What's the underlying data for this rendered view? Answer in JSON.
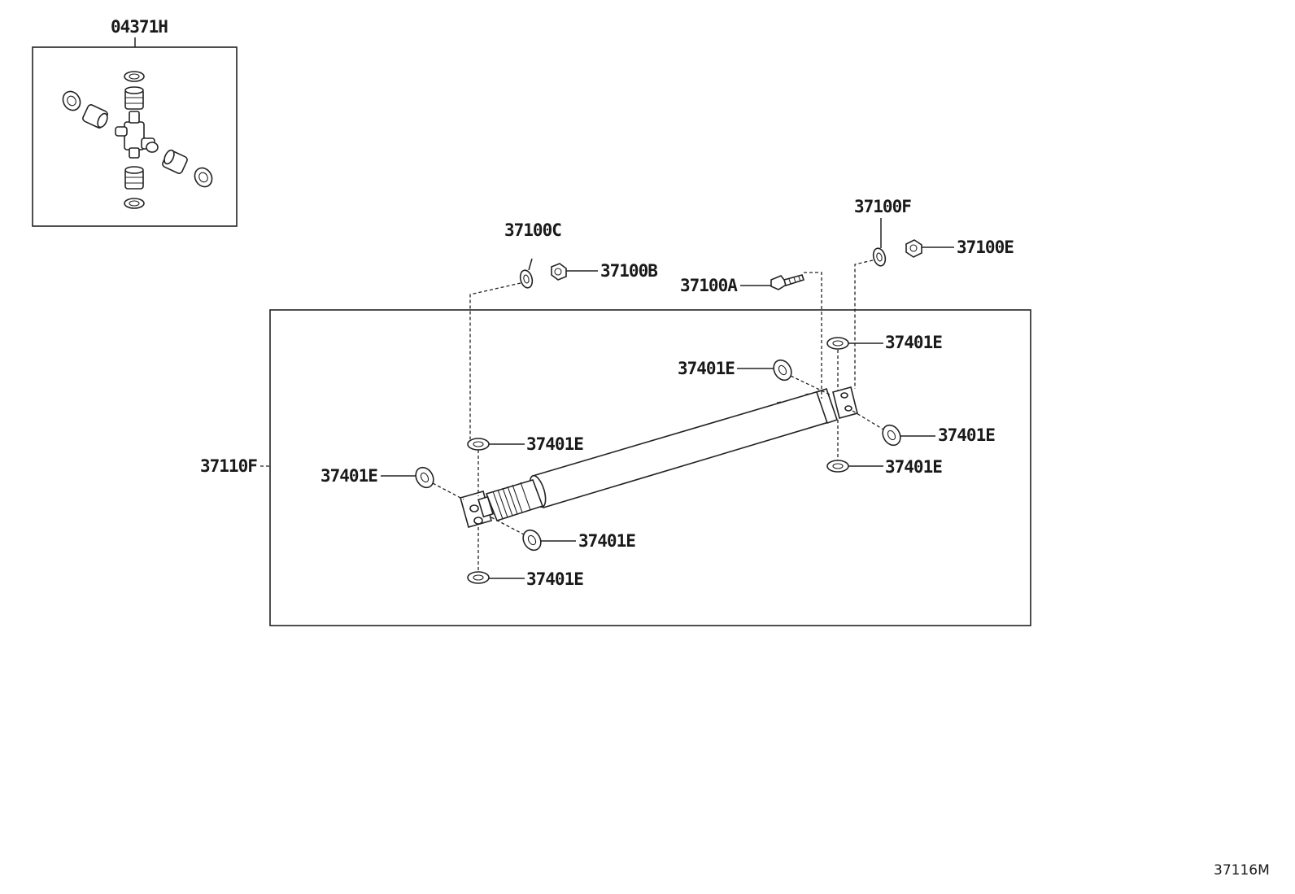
{
  "diagram_id": "37116M",
  "kit_box": {
    "label": "04371H"
  },
  "assembly_box": {
    "label": "37110F"
  },
  "callouts": [
    {
      "id": "c-37100c",
      "label": "37100C"
    },
    {
      "id": "c-37100b",
      "label": "37100B"
    },
    {
      "id": "c-37100a",
      "label": "37100A"
    },
    {
      "id": "c-37100f",
      "label": "37100F"
    },
    {
      "id": "c-37100e",
      "label": "37100E"
    },
    {
      "id": "c-37401e-1",
      "label": "37401E"
    },
    {
      "id": "c-37401e-2",
      "label": "37401E"
    },
    {
      "id": "c-37401e-3",
      "label": "37401E"
    },
    {
      "id": "c-37401e-4",
      "label": "37401E"
    },
    {
      "id": "c-37401e-5",
      "label": "37401E"
    },
    {
      "id": "c-37401e-6",
      "label": "37401E"
    },
    {
      "id": "c-37401e-7",
      "label": "37401E"
    },
    {
      "id": "c-37401e-8",
      "label": "37401E"
    }
  ]
}
